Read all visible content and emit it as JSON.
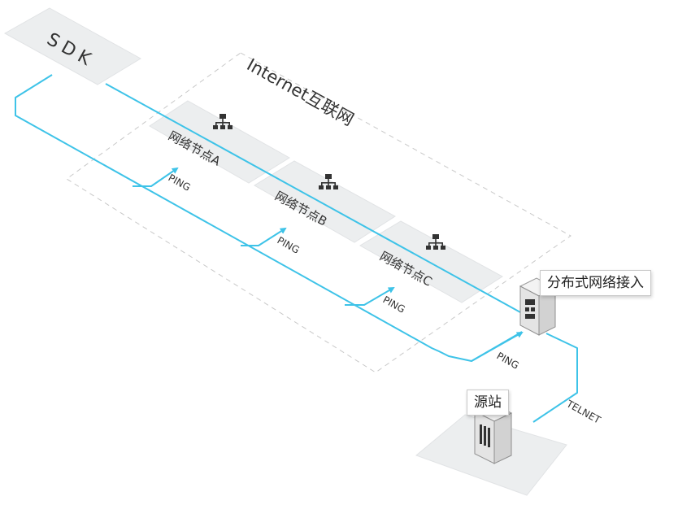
{
  "diagram": {
    "sdk_label": "SDK",
    "internet_label": "Internet互联网",
    "nodes": [
      {
        "label": "网络节点A"
      },
      {
        "label": "网络节点B"
      },
      {
        "label": "网络节点C"
      }
    ],
    "ping_labels": [
      "PING",
      "PING",
      "PING",
      "PING"
    ],
    "access_label": "分布式网络接入",
    "origin_label": "源站",
    "telnet_label": "TELNET",
    "colors": {
      "line": "#3ec3e8",
      "platform": "#eceeef",
      "platform_edge": "#e1e3e5",
      "dashed_border": "#c8c8c8",
      "icon": "#333333",
      "device": "#e8e8e8"
    },
    "icons": {
      "node": "network-hierarchy-icon",
      "access": "server-device-icon",
      "origin": "server-rack-icon"
    }
  }
}
